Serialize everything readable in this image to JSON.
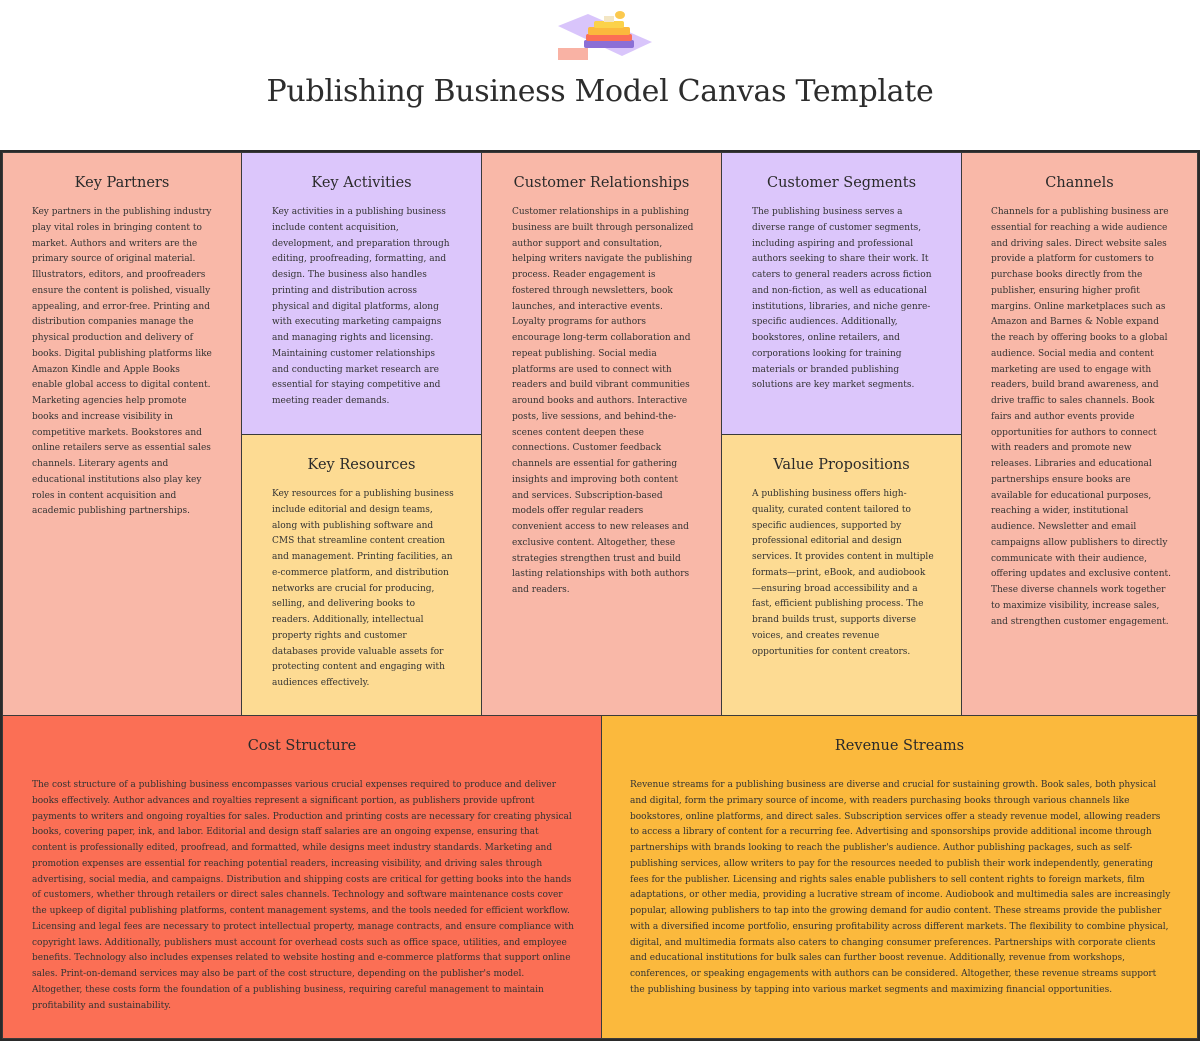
{
  "page": {
    "title": "Publishing Business Model Canvas Template"
  },
  "colors": {
    "salmon": "#f9b8a8",
    "lavender": "#dcc6fb",
    "pale_yellow": "#fddb93",
    "coral": "#fb6f55",
    "amber": "#fbb93d"
  },
  "blocks": {
    "key_partners": {
      "title": "Key Partners",
      "text": "Key partners in the publishing industry play vital roles in bringing content to market. Authors and writers are the primary source of original material. Illustrators, editors, and proofreaders ensure the content is polished, visually appealing, and error-free. Printing and distribution companies manage the physical production and delivery of books. Digital publishing platforms like Amazon Kindle and Apple Books enable global access to digital content. Marketing agencies help promote books and increase visibility in competitive markets. Bookstores and online retailers serve as essential sales channels. Literary agents and educational institutions also play key roles in content acquisition and academic publishing partnerships."
    },
    "key_activities": {
      "title": "Key Activities",
      "text": "Key activities in a publishing business include content acquisition, development, and preparation through editing, proofreading, formatting, and design. The business also handles printing and distribution across physical and digital platforms, along with executing marketing campaigns and managing rights and licensing. Maintaining customer relationships and conducting market research are essential for staying competitive and meeting reader demands."
    },
    "key_resources": {
      "title": "Key Resources",
      "text": "Key resources for a publishing business include editorial and design teams, along with publishing software and CMS that streamline content creation and management. Printing facilities, an e-commerce platform, and distribution networks are crucial for producing, selling, and delivering books to readers. Additionally, intellectual property rights and customer databases provide valuable assets for protecting content and engaging with audiences effectively."
    },
    "customer_relationships": {
      "title": "Customer Relationships",
      "text": "Customer relationships in a publishing business are built through personalized author support and consultation, helping writers navigate the publishing process. Reader engagement is fostered through newsletters, book launches, and interactive events. Loyalty programs for authors encourage long-term collaboration and repeat publishing. Social media platforms are used to connect with readers and build vibrant communities around books and authors. Interactive posts, live sessions, and behind-the-scenes content deepen these connections. Customer feedback channels are essential for gathering insights and improving both content and services. Subscription-based models offer regular readers convenient access to new releases and exclusive content. Altogether, these strategies strengthen trust and build lasting relationships with both authors and readers."
    },
    "customer_segments": {
      "title": "Customer Segments",
      "text": "The publishing business serves a diverse range of customer segments, including aspiring and professional authors seeking to share their work. It caters to general readers across fiction and non-fiction, as well as educational institutions, libraries, and niche genre-specific audiences. Additionally, bookstores, online retailers, and corporations looking for training materials or branded publishing solutions are key market segments."
    },
    "value_propositions": {
      "title": "Value Propositions",
      "text": "A publishing business offers high-quality, curated content tailored to specific audiences, supported by professional editorial and design services. It provides content in multiple formats—print, eBook, and audiobook—ensuring broad accessibility and a fast, efficient publishing process. The brand builds trust, supports diverse voices, and creates revenue opportunities for content creators."
    },
    "channels": {
      "title": "Channels",
      "text": "Channels for a publishing business are essential for reaching a wide audience and driving sales. Direct website sales provide a platform for customers to purchase books directly from the publisher, ensuring higher profit margins. Online marketplaces such as Amazon and Barnes & Noble expand the reach by offering books to a global audience. Social media and content marketing are used to engage with readers, build brand awareness, and drive traffic to sales channels. Book fairs and author events provide opportunities for authors to connect with readers and promote new releases. Libraries and educational partnerships ensure books are available for educational purposes, reaching a wider, institutional audience. Newsletter and email campaigns allow publishers to directly communicate with their audience, offering updates and exclusive content. These diverse channels work together to maximize visibility, increase sales, and strengthen customer engagement."
    },
    "cost_structure": {
      "title": "Cost Structure",
      "text": "The cost structure of a publishing business encompasses various crucial expenses required to produce and deliver books effectively. Author advances and royalties represent a significant portion, as publishers provide upfront payments to writers and ongoing royalties for sales. Production and printing costs are necessary for creating physical books, covering paper, ink, and labor. Editorial and design staff salaries are an ongoing expense, ensuring that content is professionally edited, proofread, and formatted, while designs meet industry standards. Marketing and promotion expenses are essential for reaching potential readers, increasing visibility, and driving sales through advertising, social media, and campaigns. Distribution and shipping costs are critical for getting books into the hands of customers, whether through retailers or direct sales channels. Technology and software maintenance costs cover the upkeep of digital publishing platforms, content management systems, and the tools needed for efficient workflow. Licensing and legal fees are necessary to protect intellectual property, manage contracts, and ensure compliance with copyright laws. Additionally, publishers must account for overhead costs such as office space, utilities, and employee benefits. Technology also includes expenses related to website hosting and e-commerce platforms that support online sales. Print-on-demand services may also be part of the cost structure, depending on the publisher's model. Altogether, these costs form the foundation of a publishing business, requiring careful management to maintain profitability and sustainability."
    },
    "revenue_streams": {
      "title": "Revenue Streams",
      "text": "Revenue streams for a publishing business are diverse and crucial for sustaining growth. Book sales, both physical and digital, form the primary source of income, with readers purchasing books through various channels like bookstores, online platforms, and direct sales. Subscription services offer a steady revenue model, allowing readers to access a library of content for a recurring fee. Advertising and sponsorships provide additional income through partnerships with brands looking to reach the publisher's audience. Author publishing packages, such as self-publishing services, allow writers to pay for the resources needed to publish their work independently, generating fees for the publisher. Licensing and rights sales enable publishers to sell content rights to foreign markets, film adaptations, or other media, providing a lucrative stream of income. Audiobook and multimedia sales are increasingly popular, allowing publishers to tap into the growing demand for audio content. These streams provide the publisher with a diversified income portfolio, ensuring profitability across different markets. The flexibility to combine physical, digital, and multimedia formats also caters to changing consumer preferences. Partnerships with corporate clients and educational institutions for bulk sales can further boost revenue. Additionally, revenue from workshops, conferences, or speaking engagements with authors can be considered. Altogether, these revenue streams support the publishing business by tapping into various market segments and maximizing financial opportunities."
    }
  }
}
